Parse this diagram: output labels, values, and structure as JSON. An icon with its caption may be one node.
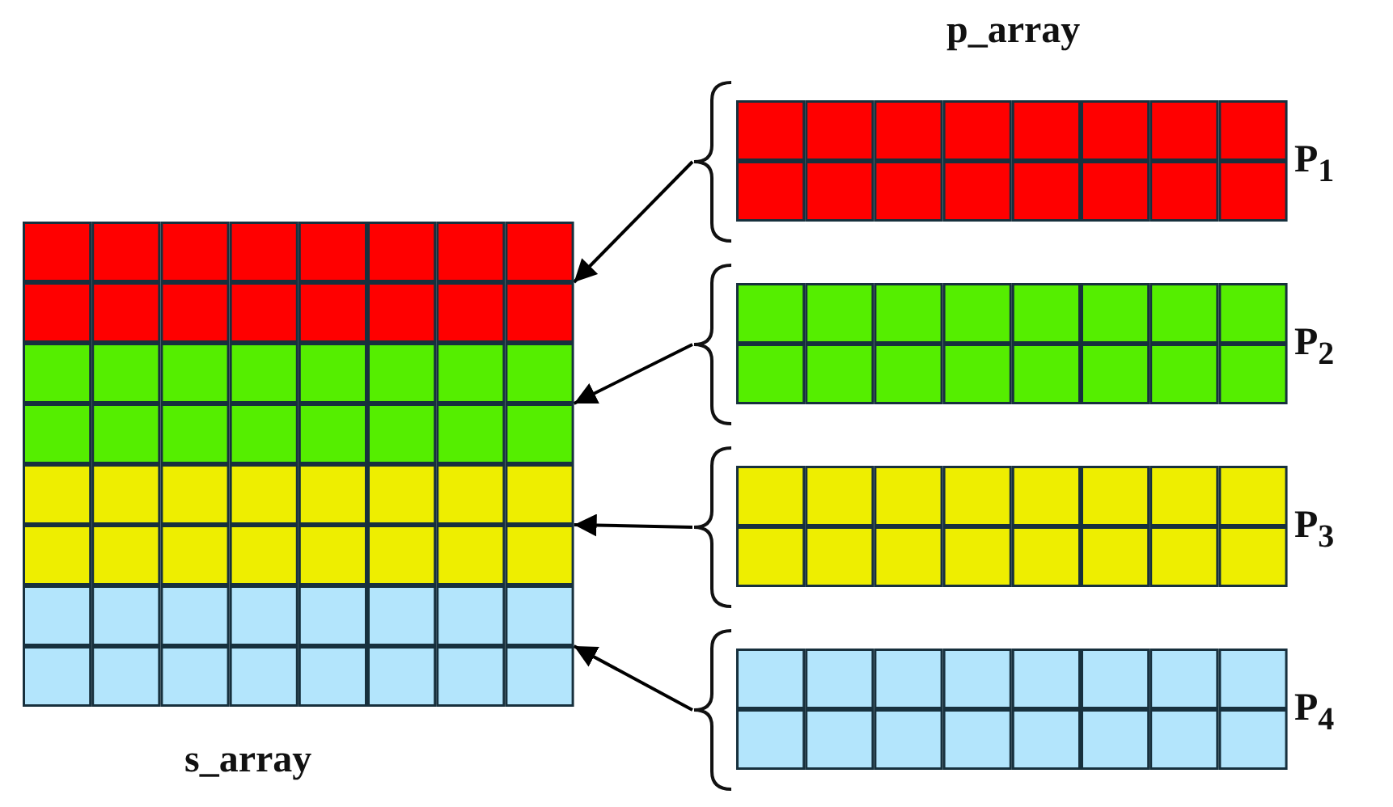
{
  "diagram": {
    "nodes": [
      {
        "text": [
          "s_array"
        ]
      },
      {
        "text": [
          "P$_{1}$"
        ]
      },
      {
        "text": [
          "P$_{2}$"
        ]
      },
      {
        "text": [
          "P$_{3}$"
        ]
      },
      {
        "text": [
          "P$_{4}$"
        ]
      }
    ],
    "edges": [
      {
        "from": 1,
        "to": 0,
        "arrow": "to"
      },
      {
        "from": 2,
        "to": 0,
        "arrow": "to"
      },
      {
        "from": 3,
        "to": 0,
        "arrow": "to"
      },
      {
        "from": 4,
        "to": 0,
        "arrow": "to"
      }
    ],
    "labels": [
      "p_array"
    ]
  }
}
